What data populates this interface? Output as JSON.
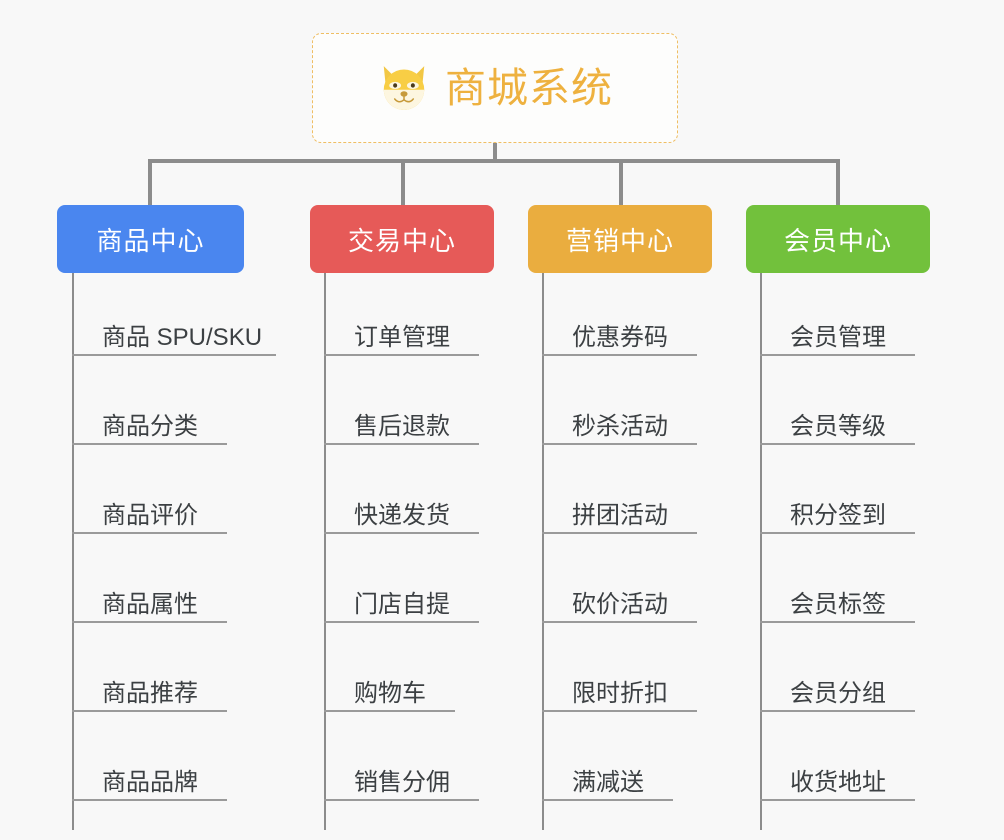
{
  "root": {
    "title": "商城系统",
    "icon": "shiba-dog-face-icon",
    "border_color": "#efbe63",
    "text_color": "#eeb13f",
    "background": "#fdfdfc"
  },
  "canvas": {
    "background": "#f8f8f8",
    "connector_color": "#8c8c8c",
    "rule_color": "#9a9a9a",
    "leaf_text_color": "#3c4043"
  },
  "categories": [
    {
      "label": "商品中心",
      "color": "#4a86ef",
      "items": [
        "商品 SPU/SKU",
        "商品分类",
        "商品评价",
        "商品属性",
        "商品推荐",
        "商品品牌"
      ]
    },
    {
      "label": "交易中心",
      "color": "#e65a58",
      "items": [
        "订单管理",
        "售后退款",
        "快递发货",
        "门店自提",
        "购物车",
        "销售分佣"
      ]
    },
    {
      "label": "营销中心",
      "color": "#eaad3f",
      "items": [
        "优惠券码",
        "秒杀活动",
        "拼团活动",
        "砍价活动",
        "限时折扣",
        "满减送"
      ]
    },
    {
      "label": "会员中心",
      "color": "#72c13c",
      "items": [
        "会员管理",
        "会员等级",
        "积分签到",
        "会员标签",
        "会员分组",
        "收货地址"
      ]
    }
  ]
}
